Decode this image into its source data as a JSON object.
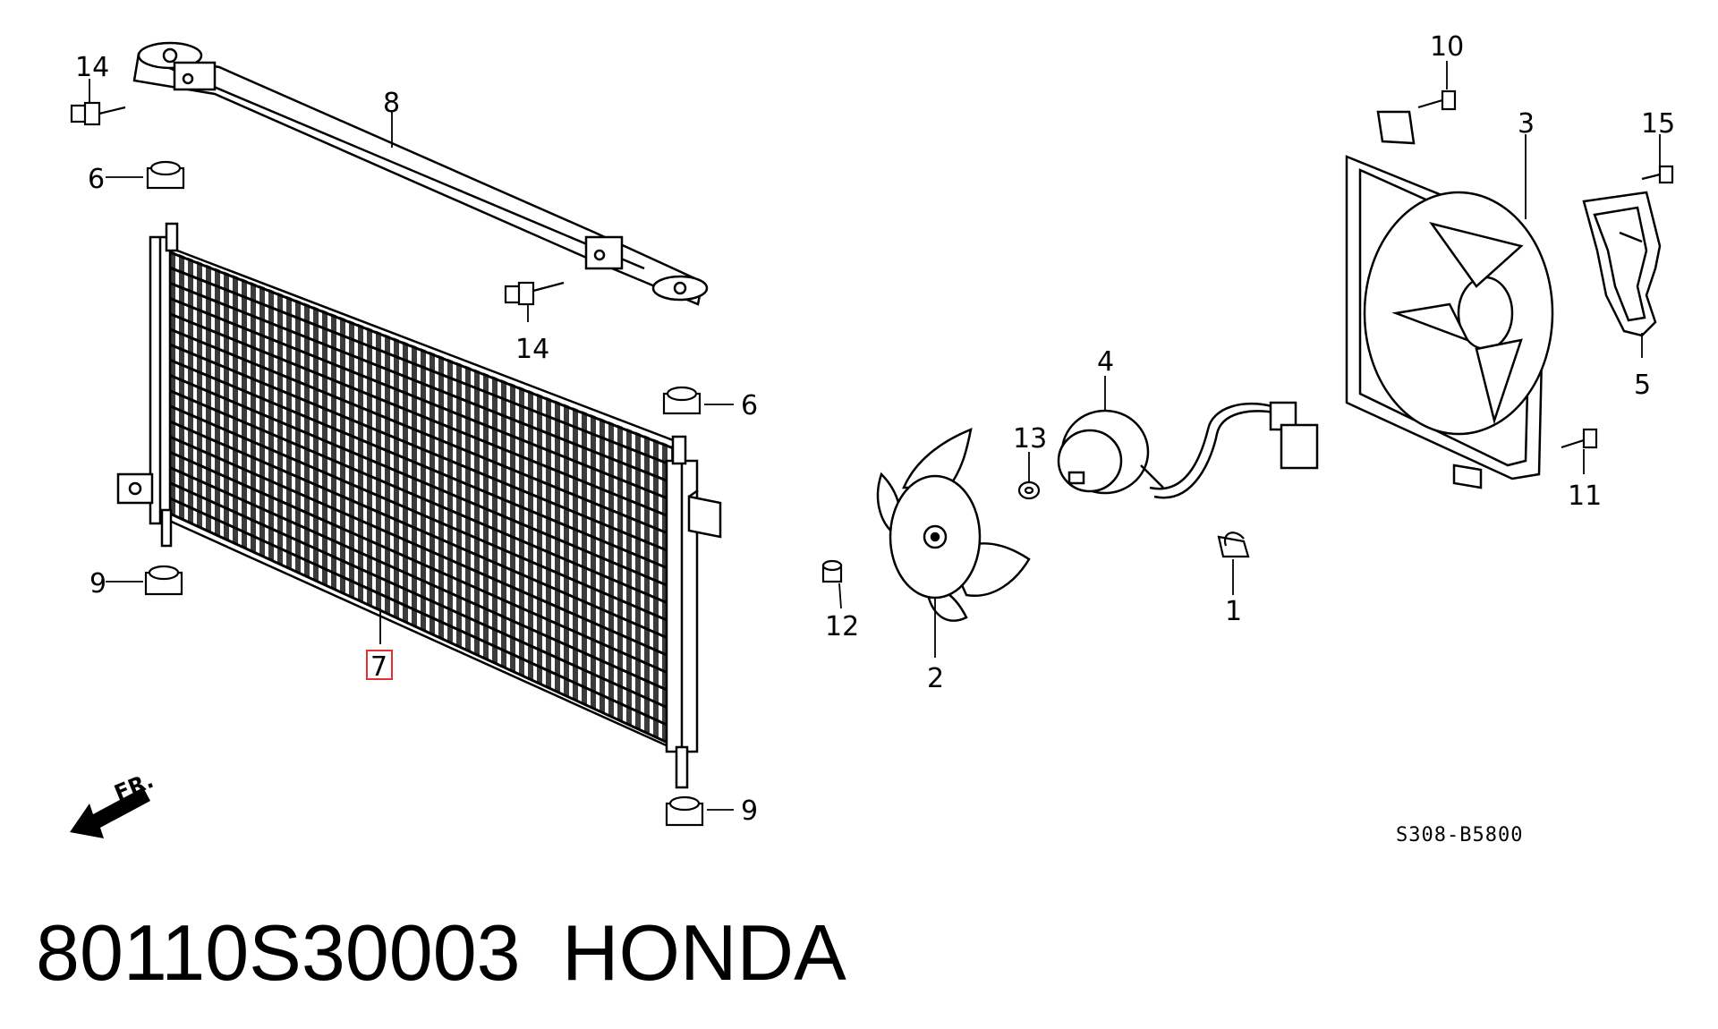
{
  "diagram": {
    "drawing_code": "S308-B5800",
    "direction_label": "FR.",
    "highlighted_callout": "7",
    "callouts": {
      "c1": "1",
      "c2": "2",
      "c3": "3",
      "c4": "4",
      "c5": "5",
      "c6a": "6",
      "c6b": "6",
      "c7": "7",
      "c8": "8",
      "c9a": "9",
      "c9b": "9",
      "c10": "10",
      "c11": "11",
      "c12": "12",
      "c13": "13",
      "c14a": "14",
      "c14b": "14",
      "c15": "15"
    },
    "highlight_color": "#e03030"
  },
  "caption": {
    "part_number": "80110S30003",
    "brand": "HONDA"
  }
}
